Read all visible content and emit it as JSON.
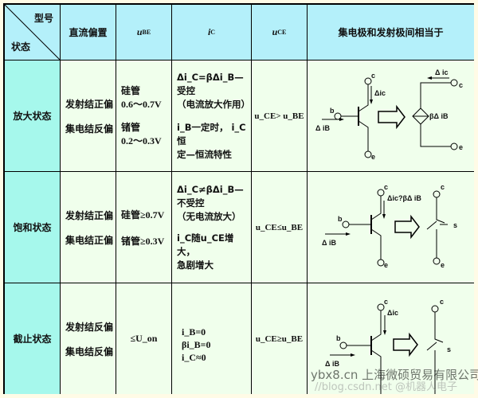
{
  "header": {
    "corner_top": "型号",
    "corner_bottom": "状态",
    "bias": "直流偏置",
    "ube": "u",
    "ube_sub": "BE",
    "ic": "i",
    "ic_sub": "C",
    "uce": "u",
    "uce_sub": "CE",
    "equiv": "集电极和发射极间相当于"
  },
  "rows": [
    {
      "state": "放大状态",
      "bias1": "发射结正偏",
      "bias2": "集电结反偏",
      "ube": [
        "硅管",
        "0.6～0.7V",
        "锗管",
        "0.2～0.3V"
      ],
      "ic": [
        "Δi_C=βΔi_B—受控",
        "（电流放大作用）",
        "i_B一定时， i_C恒",
        "定—恒流特性"
      ],
      "uce": "u_CE> u_BE",
      "diagram": {
        "b": "b",
        "c": "c",
        "e": "e",
        "dib": "Δ iB",
        "dic": "Δic",
        "dic_out": "Δ ic",
        "src": "βΔ iB"
      }
    },
    {
      "state": "饱和状态",
      "bias1": "发射结正偏",
      "bias2": "集电结正偏",
      "ube": [
        "硅管≥0.7V",
        "锗管≥0.3V"
      ],
      "ic": [
        "Δi_C≠βΔi_B—不受控",
        "（无电流放大）",
        "i_C随u_CE增大，",
        "急剧增大"
      ],
      "uce": "u_CE≤u_BE",
      "diagram": {
        "b": "b",
        "c": "c",
        "e": "e",
        "dib": "Δ iB",
        "dic": "Δic?βΔ iB",
        "s": "s"
      }
    },
    {
      "state": "截止状态",
      "bias1": "发射结反偏",
      "bias2": "集电结反偏",
      "ube": [
        "≤U_on"
      ],
      "ic": [
        "i_B=0",
        "βi_B=0",
        "i_C≈0"
      ],
      "uce": "u_CE≥u_BE",
      "diagram": {
        "b": "b",
        "c": "c",
        "dib": "Δ iB",
        "dic": "Δic",
        "s": "s"
      }
    }
  ],
  "watermark": {
    "line1": "ybx8.cn 上海微硕贸易有限公司",
    "line2": "//blog.csdn.net @机器人电子"
  }
}
